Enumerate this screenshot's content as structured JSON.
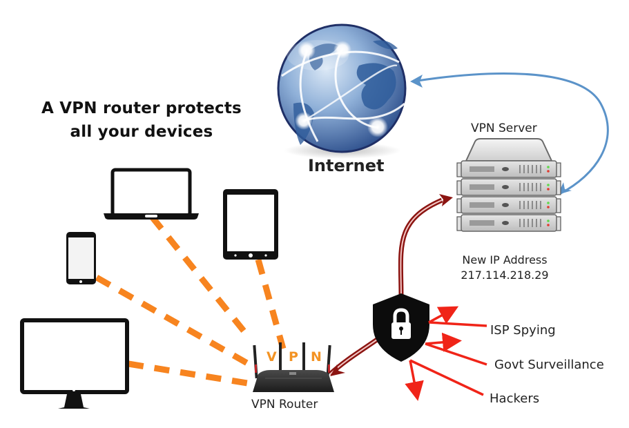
{
  "headline": {
    "line1": "A VPN router protects",
    "line2": "all your devices"
  },
  "internet": {
    "label": "Internet",
    "icon": "globe-icon"
  },
  "vpn_server": {
    "label": "VPN Server",
    "ip_caption": "New IP Address",
    "ip_address": "217.114.218.29",
    "icon": "server-rack-icon",
    "units": 4
  },
  "vpn_router": {
    "label": "VPN Router",
    "antenna_letters": [
      "V",
      "P",
      "N"
    ],
    "icon": "router-icon"
  },
  "devices": [
    {
      "name": "laptop",
      "icon": "laptop-icon"
    },
    {
      "name": "tablet",
      "icon": "tablet-icon"
    },
    {
      "name": "smartphone",
      "icon": "smartphone-icon"
    },
    {
      "name": "desktop-monitor",
      "icon": "monitor-icon"
    }
  ],
  "shield": {
    "icon": "shield-lock-icon"
  },
  "threats": [
    {
      "label": "ISP Spying"
    },
    {
      "label": "Govt Surveillance"
    },
    {
      "label": "Hackers"
    }
  ],
  "colors": {
    "device_link": "#f7841f",
    "tunnel": "#8c1512",
    "internet_link": "#5b93c9",
    "threat": "#f02418",
    "router_letters": "#f39324",
    "text": "#222222"
  }
}
